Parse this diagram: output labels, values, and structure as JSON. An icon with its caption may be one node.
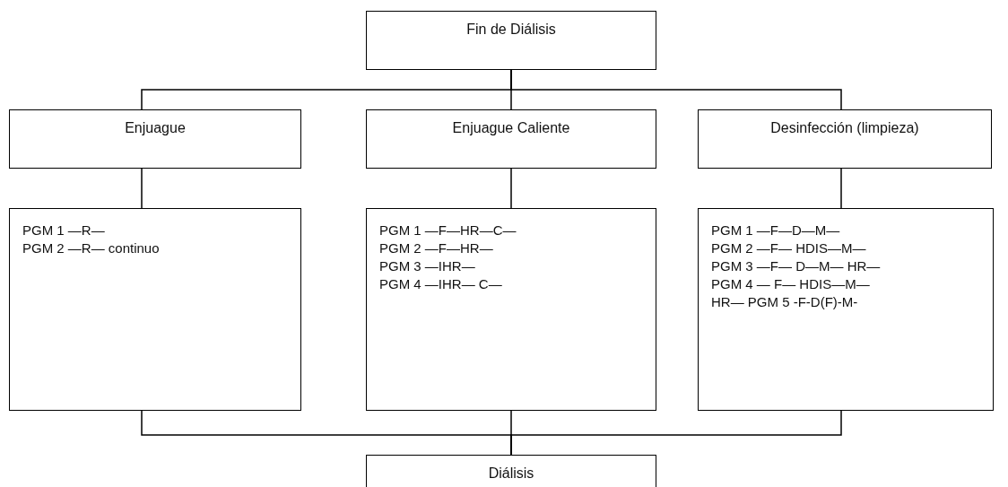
{
  "diagram": {
    "nodes": [
      {
        "text": [
          "Fin de Diálisis"
        ]
      },
      {
        "text": [
          "Enjuague"
        ]
      },
      {
        "text": [
          "Enjuague Caliente"
        ]
      },
      {
        "text": [
          "Desinfección (limpieza)"
        ]
      },
      {
        "text": [
          "PGM 1 —R—",
          "PGM 2 —R— continuo"
        ]
      },
      {
        "text": [
          "PGM 1 —F—HR—C—",
          "PGM 2 —F—HR—",
          "PGM 3 —IHR—",
          "PGM 4 —IHR— C—"
        ]
      },
      {
        "text": [
          "PGM 1 —F—D—M—",
          "PGM 2 —F— HDIS—M—",
          "PGM 3 —F— D—M— HR—",
          "PGM 4 — F— HDIS—M—",
          "HR— PGM 5 -F-D(F)-M-"
        ]
      },
      {
        "text": [
          "Diálisis"
        ]
      }
    ],
    "edges": [
      {
        "from": 0,
        "to": 1,
        "arrow": "none"
      },
      {
        "from": 0,
        "to": 2,
        "arrow": "none"
      },
      {
        "from": 0,
        "to": 3,
        "arrow": "none"
      },
      {
        "from": 1,
        "to": 4,
        "arrow": "none"
      },
      {
        "from": 2,
        "to": 5,
        "arrow": "none"
      },
      {
        "from": 3,
        "to": 6,
        "arrow": "none"
      },
      {
        "from": 4,
        "to": 7,
        "arrow": "none"
      },
      {
        "from": 5,
        "to": 7,
        "arrow": "none"
      },
      {
        "from": 6,
        "to": 7,
        "arrow": "none"
      }
    ]
  }
}
